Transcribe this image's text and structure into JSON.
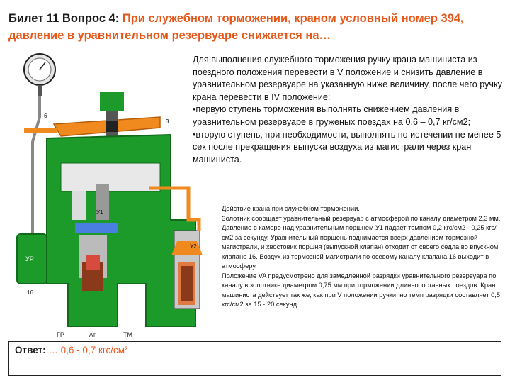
{
  "header": {
    "prefix": "Билет 11  Вопрос 4: ",
    "question": "При служебном торможении, краном условный номер 394, давление в уравнительном резервуаре снижается на…"
  },
  "main_text": {
    "p1": "Для выполнения служебного торможения ручку крана машиниста из поездного положения перевести в V положение и снизить давление в уравнительном резервуаре на указанную ниже величину, после чего ручку крана перевести в IV положение:",
    "p2": "•первую ступень торможения выполнять снижением давления в уравнительном резервуаре в груженых поездах на 0,6 – 0,7 кг/см2;",
    "p3": "•вторую ступень, при необходимости, выполнять по истечении не менее 5 сек после прекращения выпуска воздуха из магистрали через кран машиниста."
  },
  "caption": {
    "l1": "Действие крана при служебном торможении.",
    "l2": "Золотник сообщает уравнительный резервуар с атмосферой по каналу диаметром 2,3 мм. Давление в камере над уравнительным поршнем У1 падает темпом 0,2 кгс/см2 - 0,25 кгс/см2 за секунду. Уравнительный поршень поднимается вверх давлением тормозной магистрали, и хвостовик поршня (выпускной клапан) отходит от своего седла во впускном клапане 16. Воздух из тормозной магистрали по осевому каналу клапана 16 выходит в атмосферу.",
    "l3": "Положение VA предусмотрено для замедленной разрядки уравнительного резервуара по каналу в золотнике диаметром 0,75 мм при торможении длинносоставных поездов. Кран машиниста действует так же, как при V положении ручки, но темп разрядки составляет 0,5 кгс/см2 за 15 - 20 секунд."
  },
  "answer": {
    "label": "Ответ:",
    "value": " … 0,6 - 0,7 кгс/см²"
  },
  "diagram": {
    "labels": {
      "ur": "УР",
      "gr": "ГР",
      "at": "Ат",
      "tm": "ТМ",
      "n6": "6",
      "n3": "3",
      "n16": "16",
      "u1": "У1",
      "u2": "У2"
    },
    "colors": {
      "green": "#1c9a2a",
      "orange": "#f08a1e",
      "dark_green": "#0f6b1a",
      "grey": "#8c8c8c"
    }
  }
}
